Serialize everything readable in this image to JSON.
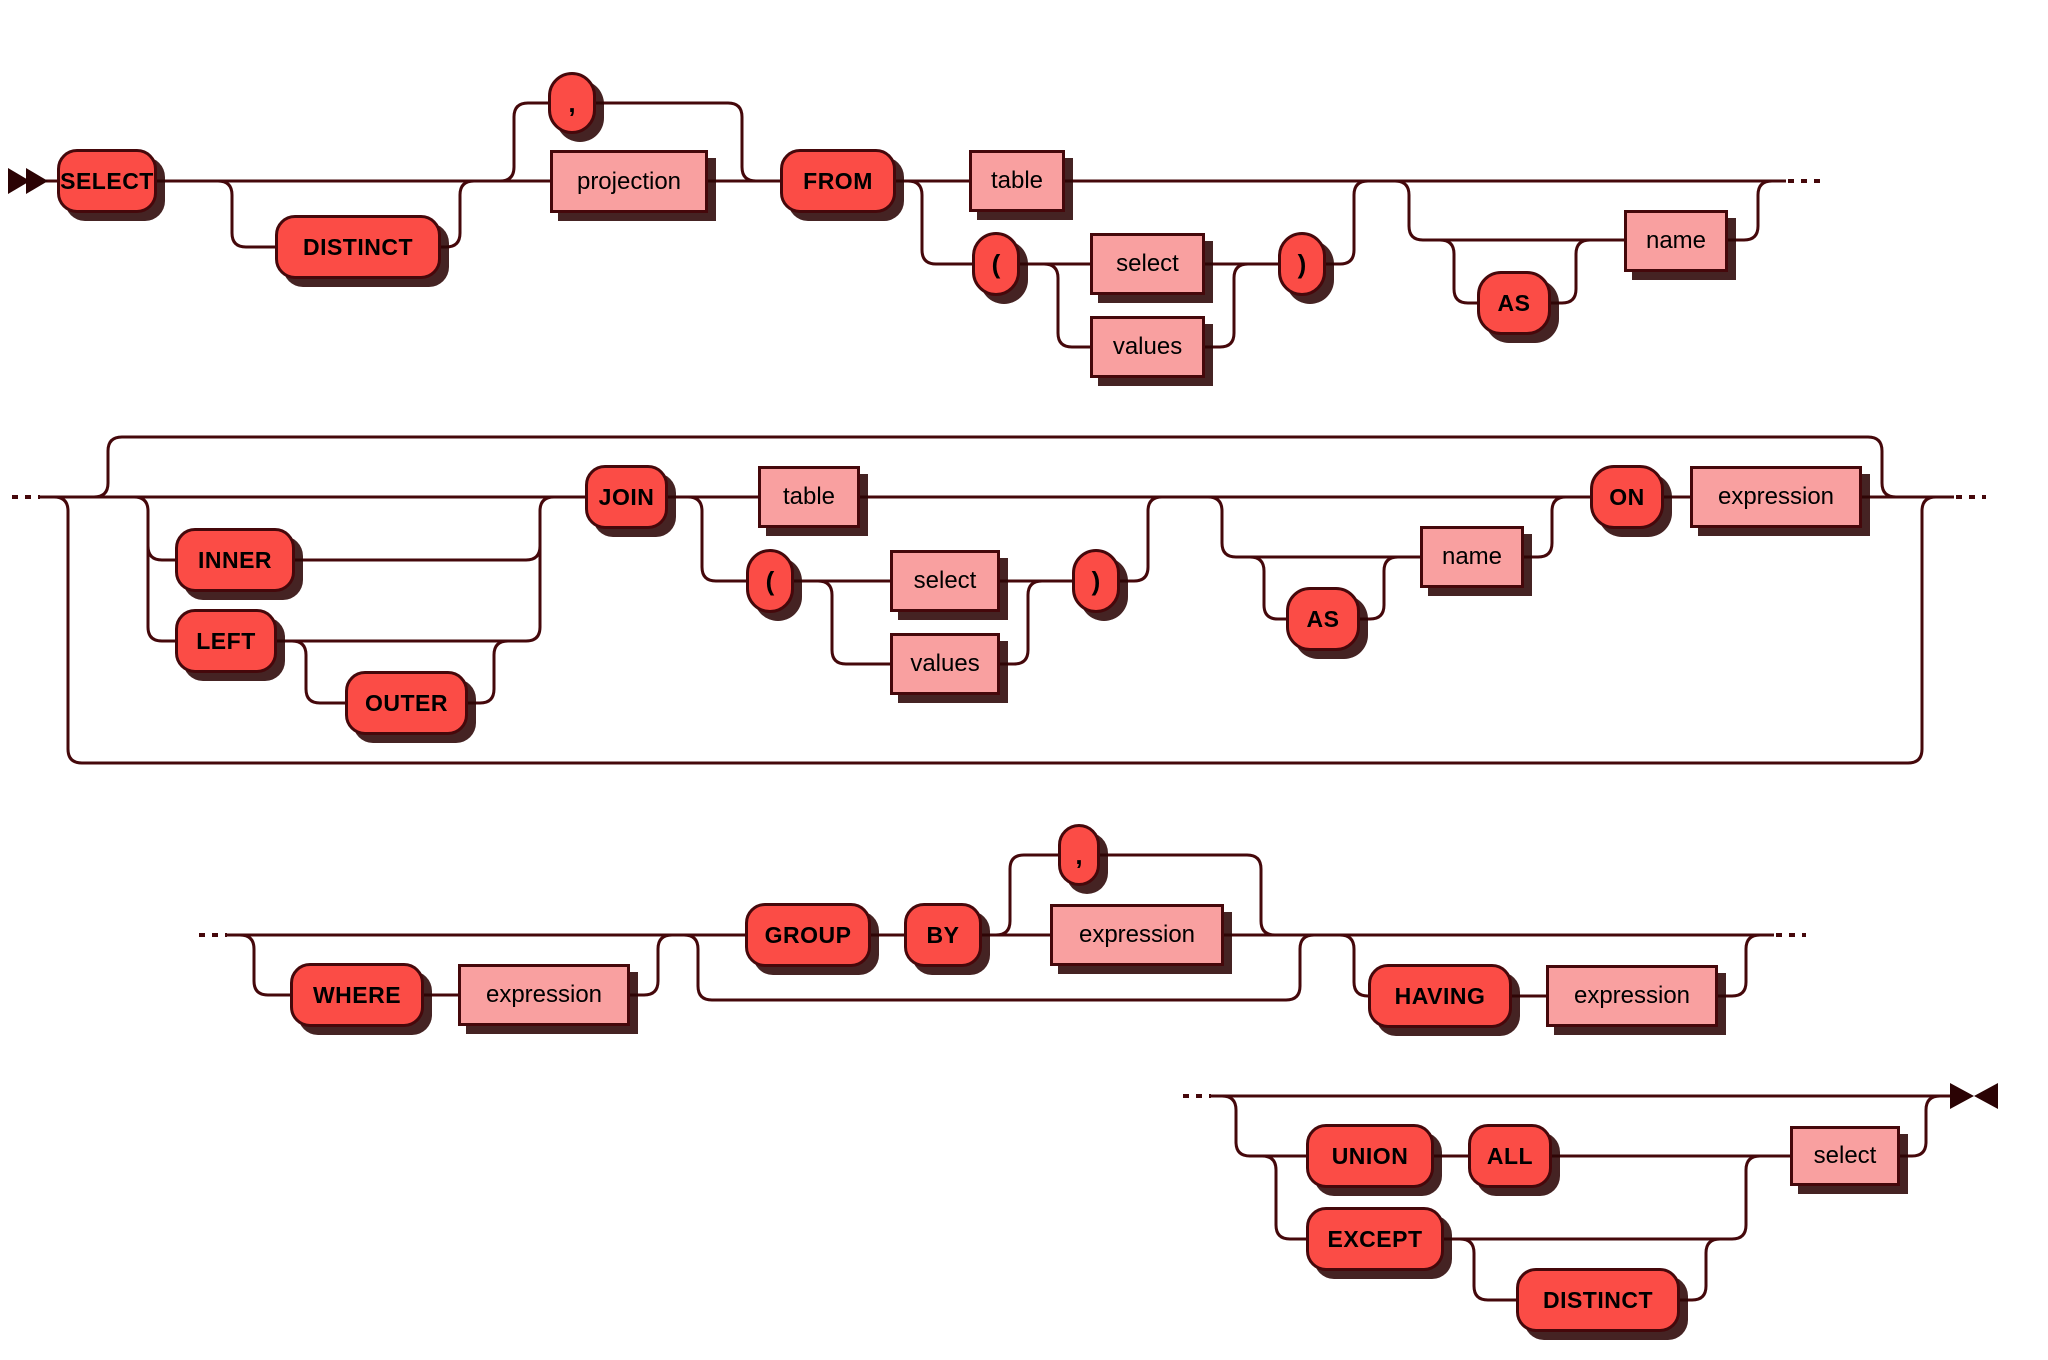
{
  "diagram": {
    "kind": "railroad-syntax-diagram",
    "colors": {
      "terminal_fill": "#fb4c46",
      "nonterminal_fill": "#f9a0a0",
      "line": "#45080b",
      "border": "#45080b",
      "shadow": "#2b0405",
      "background": "#ffffff"
    },
    "icons": {
      "start": "double-right-arrows",
      "end": "facing-arrows-bowtie",
      "continuation": "..."
    },
    "row1": {
      "select_kw": "SELECT",
      "distinct_kw": "DISTINCT",
      "comma": ",",
      "projection_nt": "projection",
      "from_kw": "FROM",
      "table_nt": "table",
      "open_paren": "(",
      "select_nt": "select",
      "values_nt": "values",
      "close_paren": ")",
      "as_kw": "AS",
      "name_nt": "name"
    },
    "row2": {
      "inner_kw": "INNER",
      "left_kw": "LEFT",
      "outer_kw": "OUTER",
      "join_kw": "JOIN",
      "table_nt": "table",
      "open_paren": "(",
      "select_nt": "select",
      "values_nt": "values",
      "close_paren": ")",
      "as_kw": "AS",
      "name_nt": "name",
      "on_kw": "ON",
      "expression_nt": "expression"
    },
    "row3": {
      "where_kw": "WHERE",
      "where_expression_nt": "expression",
      "group_kw": "GROUP",
      "by_kw": "BY",
      "comma": ",",
      "group_expression_nt": "expression",
      "having_kw": "HAVING",
      "having_expression_nt": "expression"
    },
    "row4": {
      "union_kw": "UNION",
      "all_kw": "ALL",
      "except_kw": "EXCEPT",
      "distinct_kw": "DISTINCT",
      "select_nt": "select"
    }
  }
}
